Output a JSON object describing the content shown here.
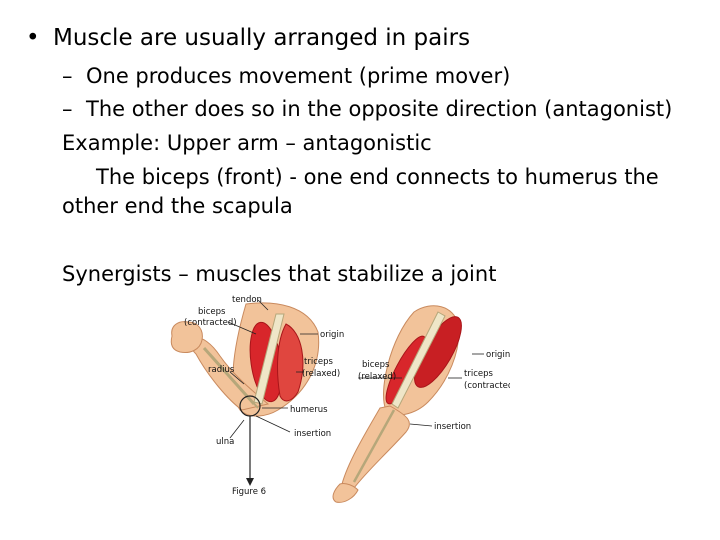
{
  "slide": {
    "bullet_symbol": "•",
    "bullet_text": "Muscle are usually arranged in pairs",
    "dash_symbol": "–",
    "sub1": "One produces movement (prime mover)",
    "sub2": "The other does so in the opposite direction  (antagonist)",
    "example_line": "Example:  Upper arm – antagonistic",
    "biceps_line1": "The biceps (front)  - one end connects to humerus the",
    "biceps_line2": "other end the scapula",
    "synergists_line": "Synergists – muscles that stabilize a joint"
  },
  "figure": {
    "labels": {
      "tendon": "tendon",
      "biceps_left_1": "biceps",
      "biceps_left_2": "(contracted)",
      "origin_left": "origin",
      "triceps_left_1": "triceps",
      "triceps_left_2": "(relaxed)",
      "radius": "radius",
      "humerus": "humerus",
      "ulna": "ulna",
      "insertion_left": "insertion",
      "caption": "Figure 6",
      "biceps_right_1": "biceps",
      "biceps_right_2": "(relaxed)",
      "origin_right": "origin",
      "triceps_right_1": "triceps",
      "triceps_right_2": "(contracted)",
      "insertion_right": "insertion"
    },
    "colors": {
      "skin": "#f2c39a",
      "skin_shadow": "#e3a57a",
      "muscle": "#d8262b",
      "muscle_dark": "#a81519",
      "bone": "#efe6c8",
      "line": "#222222"
    }
  }
}
